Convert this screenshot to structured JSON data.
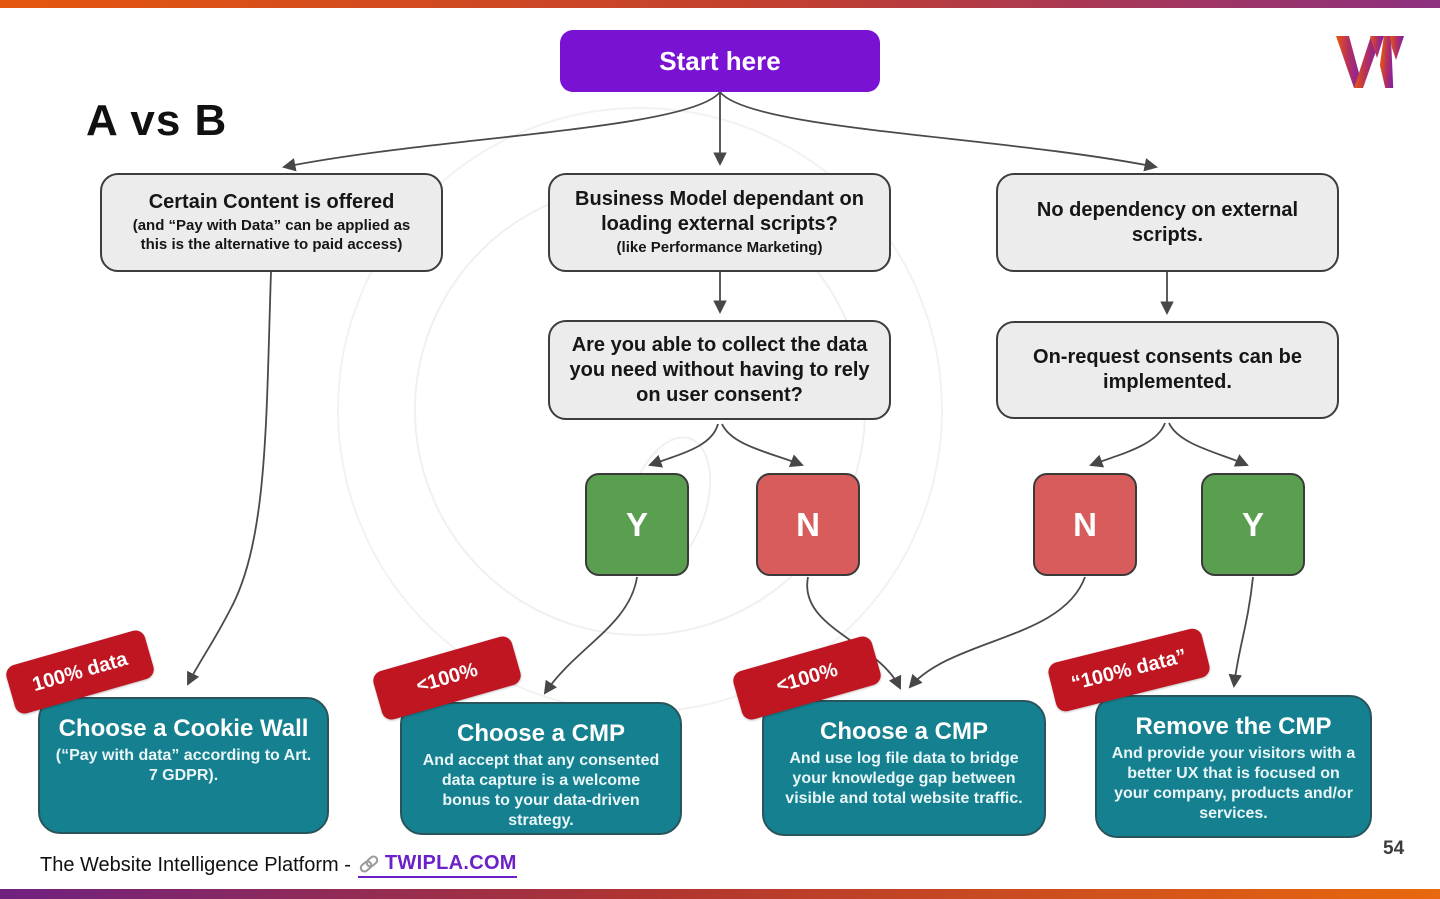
{
  "slide": {
    "heading": "A vs B",
    "page_number": "54",
    "start_label": "Start here",
    "logo": "twipla-w-logo"
  },
  "flow": {
    "level1": [
      {
        "title": "Certain Content is offered",
        "subtitle": "(and “Pay with Data” can be applied as this is the alternative to paid access)"
      },
      {
        "title": "Business Model dependant on loading external scripts?",
        "subtitle": "(like Performance Marketing)"
      },
      {
        "title": "No dependency on external scripts.",
        "subtitle": ""
      }
    ],
    "level2": [
      {
        "title": "Are you able to collect the data you need without having to rely on user consent?"
      },
      {
        "title": "On-request consents can be implemented."
      }
    ],
    "decisions": [
      {
        "label": "Y",
        "value": "yes"
      },
      {
        "label": "N",
        "value": "no"
      },
      {
        "label": "N",
        "value": "no"
      },
      {
        "label": "Y",
        "value": "yes"
      }
    ],
    "badges": [
      "100% data",
      "<100%",
      "<100%",
      "“100% data”"
    ],
    "outcomes": [
      {
        "title": "Choose a Cookie Wall",
        "body": "(“Pay with data” according to Art. 7 GDPR)."
      },
      {
        "title": "Choose a CMP",
        "body": "And accept that any consented data capture is a welcome bonus to your data-driven strategy."
      },
      {
        "title": "Choose a CMP",
        "body": "And use log file data to bridge your knowledge gap between visible and total website traffic."
      },
      {
        "title": "Remove the  CMP",
        "body": "And provide your visitors with a better UX that is focused on your company, products and/or services."
      }
    ]
  },
  "footer": {
    "text": "The Website Intelligence Platform -",
    "link_label": "TWIPLA.COM",
    "link_icon": "link-icon"
  },
  "colors": {
    "start_button_purple": "#7a12d4",
    "yes_green": "#5a9e4f",
    "no_red": "#d85c5c",
    "badge_red": "#c01622",
    "outcome_teal": "#15808f",
    "condition_gray": "#ececec",
    "top_bar_gradient": [
      "#e4570e",
      "#8c3080"
    ],
    "bottom_bar_gradient": [
      "#6f2180",
      "#e8680d"
    ],
    "link_purple": "#6b21c8"
  }
}
